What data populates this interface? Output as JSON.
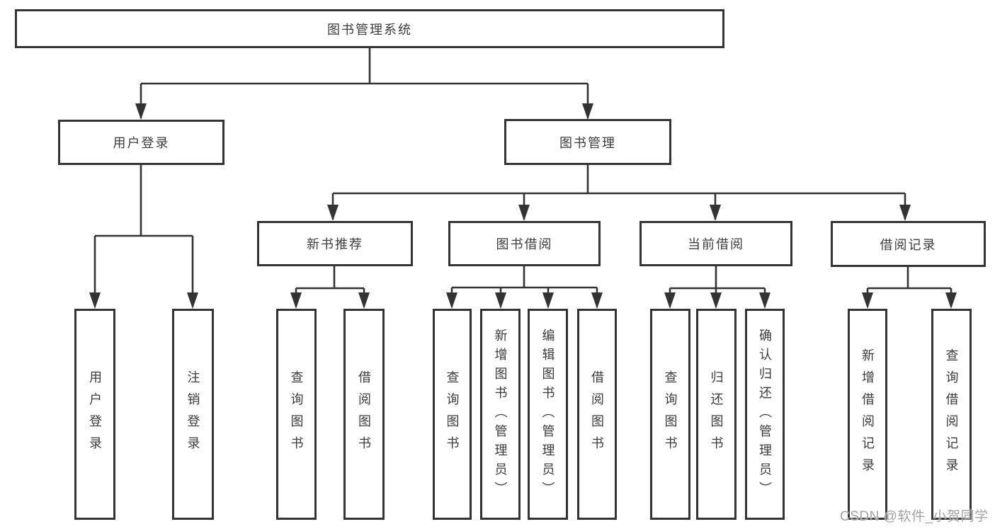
{
  "diagram": {
    "type": "hierarchy-tree",
    "nodes": {
      "root": "图书管理系统",
      "user_login": "用户登录",
      "book_management": "图书管理",
      "new_book_recommend": "新书推荐",
      "book_borrowing": "图书借阅",
      "current_borrowing": "当前借阅",
      "borrowing_records": "借阅记录",
      "leaf_user_login": "用户登录",
      "leaf_logout": "注销登录",
      "leaf_query_books_a": "查询图书",
      "leaf_borrow_books_a": "借阅图书",
      "leaf_query_books_b": "查询图书",
      "leaf_add_books_admin": "新增图书（管理员）",
      "leaf_edit_books_admin": "编辑图书（管理员）",
      "leaf_borrow_books_b": "借阅图书",
      "leaf_query_books_c": "查询图书",
      "leaf_return_books": "归还图书",
      "leaf_confirm_return_admin": "确认归还（管理员）",
      "leaf_add_borrow_record": "新增借阅记录",
      "leaf_query_borrow_record": "查询借阅记录"
    },
    "hierarchy": {
      "图书管理系统": [
        "用户登录",
        "图书管理"
      ],
      "用户登录": [
        "用户登录",
        "注销登录"
      ],
      "图书管理": [
        "新书推荐",
        "图书借阅",
        "当前借阅",
        "借阅记录"
      ],
      "新书推荐": [
        "查询图书",
        "借阅图书"
      ],
      "图书借阅": [
        "查询图书",
        "新增图书（管理员）",
        "编辑图书（管理员）",
        "借阅图书"
      ],
      "当前借阅": [
        "查询图书",
        "归还图书",
        "确认归还（管理员）"
      ],
      "借阅记录": [
        "新增借阅记录",
        "查询借阅记录"
      ]
    },
    "colors": {
      "line": "#333333",
      "text": "#3c3c3c",
      "background": "#ffffff",
      "watermark": "#a3a3a3"
    }
  },
  "watermark": "CSDN @软件_小贺同学"
}
